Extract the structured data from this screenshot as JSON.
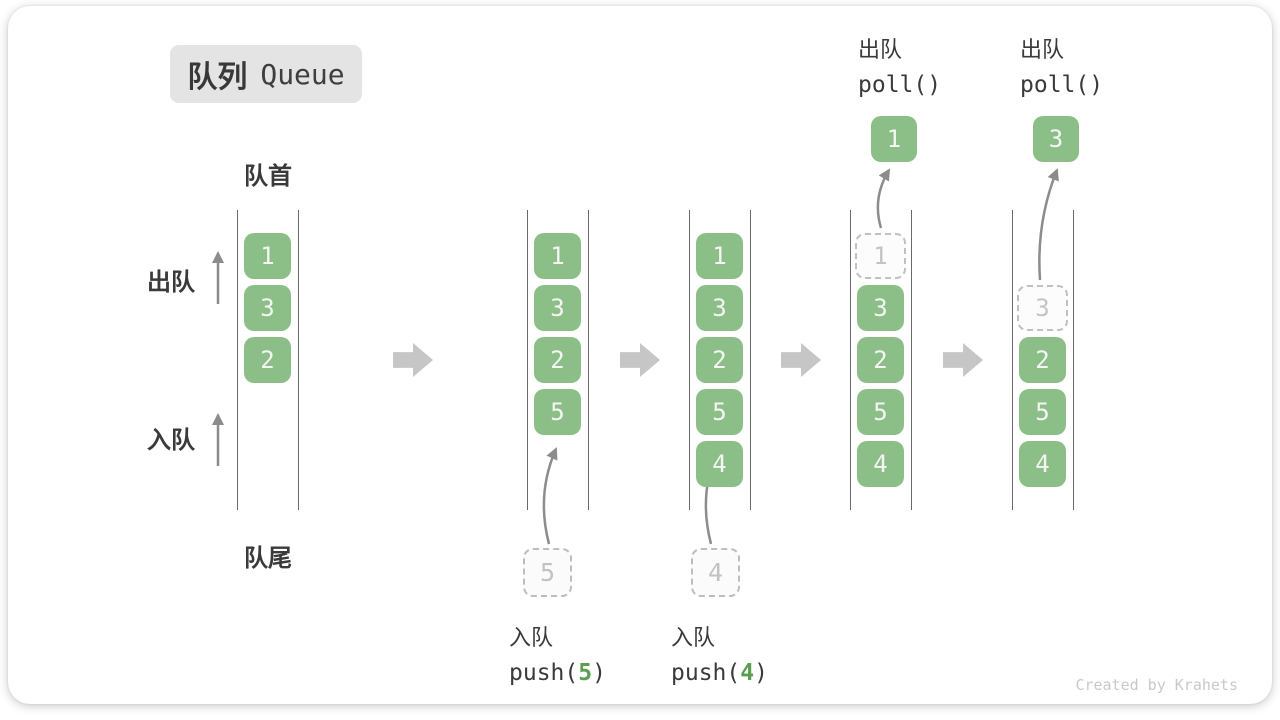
{
  "title": {
    "zh": "队列",
    "en": "Queue"
  },
  "labels": {
    "front": "队首",
    "rear": "队尾",
    "dequeue_side": "出队",
    "enqueue_side": "入队"
  },
  "watermark": "Created by Krahets",
  "colors": {
    "box_green": "#8CBF87",
    "box_text": "#F5F5F5",
    "code_arg_green": "#5A9E52",
    "badge_bg": "#E4E4E4",
    "text_dark": "#3A3A3A",
    "channel_line": "#6A6A6A",
    "thin_arrow": "#8C8C8C",
    "block_arrow": "#C6C6C6",
    "ghost_border": "#C0C0C0",
    "ghost_text": "#C4C4C4",
    "watermark_text": "#C9C9C9"
  },
  "states": [
    {
      "items": [
        "1",
        "3",
        "2"
      ]
    },
    {
      "items": [
        "1",
        "3",
        "2",
        "5"
      ],
      "pending_item": "5",
      "op": {
        "label": "入队",
        "code_pre": "push(",
        "code_arg": "5",
        "code_suf": ")"
      }
    },
    {
      "items": [
        "1",
        "3",
        "2",
        "5",
        "4"
      ],
      "pending_item": "4",
      "op": {
        "label": "入队",
        "code_pre": "push(",
        "code_arg": "4",
        "code_suf": ")"
      }
    },
    {
      "items": [
        "3",
        "2",
        "5",
        "4"
      ],
      "removed_item": "1",
      "op": {
        "label": "出队",
        "code_pre": "poll()",
        "code_arg": "",
        "code_suf": ""
      }
    },
    {
      "items": [
        "2",
        "5",
        "4"
      ],
      "removed_item": "3",
      "op": {
        "label": "出队",
        "code_pre": "poll()",
        "code_arg": "",
        "code_suf": ""
      }
    }
  ]
}
